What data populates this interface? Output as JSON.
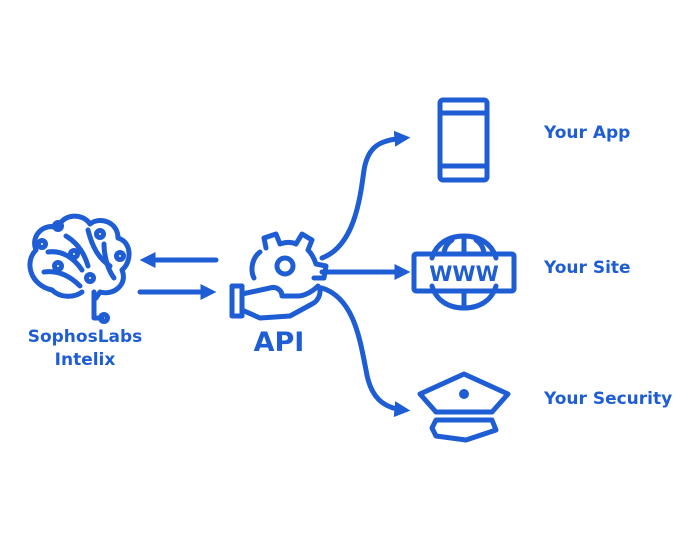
{
  "colors": {
    "brand_blue": "#1e5dd3",
    "background": "#ffffff"
  },
  "source": {
    "icon": "brain-network-icon",
    "label_line1": "SophosLabs",
    "label_line2": "Intelix"
  },
  "api": {
    "icon": "gear-hand-icon",
    "label": "API"
  },
  "targets": [
    {
      "icon": "smartphone-icon",
      "label": "Your App"
    },
    {
      "icon": "www-globe-icon",
      "label": "Your Site"
    },
    {
      "icon": "police-cap-icon",
      "label": "Your Security"
    }
  ]
}
